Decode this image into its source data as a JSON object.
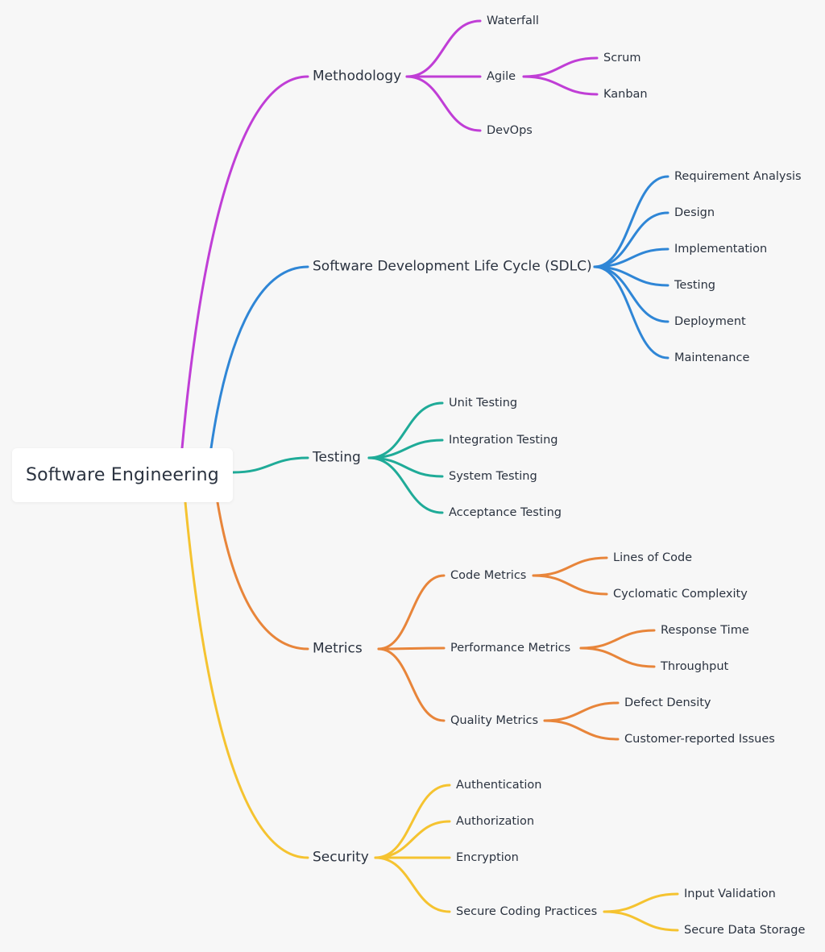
{
  "root": {
    "label": "Software Engineering"
  },
  "branches": [
    {
      "id": "methodology",
      "label": "Methodology",
      "color": "#c03ed6",
      "children": [
        {
          "label": "Waterfall"
        },
        {
          "label": "Agile",
          "children": [
            {
              "label": "Scrum"
            },
            {
              "label": "Kanban"
            }
          ]
        },
        {
          "label": "DevOps"
        }
      ]
    },
    {
      "id": "sdlc",
      "label": "Software Development Life Cycle (SDLC)",
      "color": "#2f86d6",
      "children": [
        {
          "label": "Requirement Analysis"
        },
        {
          "label": "Design"
        },
        {
          "label": "Implementation"
        },
        {
          "label": "Testing"
        },
        {
          "label": "Deployment"
        },
        {
          "label": "Maintenance"
        }
      ]
    },
    {
      "id": "testing",
      "label": "Testing",
      "color": "#1fab98",
      "children": [
        {
          "label": "Unit Testing"
        },
        {
          "label": "Integration Testing"
        },
        {
          "label": "System Testing"
        },
        {
          "label": "Acceptance Testing"
        }
      ]
    },
    {
      "id": "metrics",
      "label": "Metrics",
      "color": "#e8853a",
      "children": [
        {
          "label": "Code Metrics",
          "children": [
            {
              "label": "Lines of Code"
            },
            {
              "label": "Cyclomatic Complexity"
            }
          ]
        },
        {
          "label": "Performance Metrics",
          "children": [
            {
              "label": "Response Time"
            },
            {
              "label": "Throughput"
            }
          ]
        },
        {
          "label": "Quality Metrics",
          "children": [
            {
              "label": "Defect Density"
            },
            {
              "label": "Customer-reported Issues"
            }
          ]
        }
      ]
    },
    {
      "id": "security",
      "label": "Security",
      "color": "#f5c330",
      "children": [
        {
          "label": "Authentication"
        },
        {
          "label": "Authorization"
        },
        {
          "label": "Encryption"
        },
        {
          "label": "Secure Coding Practices",
          "children": [
            {
              "label": "Input Validation"
            },
            {
              "label": "Secure Data Storage"
            }
          ]
        }
      ]
    }
  ]
}
